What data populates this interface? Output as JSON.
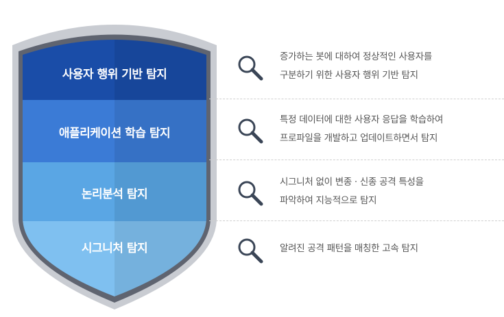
{
  "colors": {
    "frame_outer": "#c9ccd2",
    "frame_inner": "#5f6470",
    "layer_1": "#1a4da8",
    "layer_2": "#3b7bd6",
    "layer_3": "#5aa6e4",
    "layer_4": "#7fc0f0",
    "icon": "#3a4556"
  },
  "shield": {
    "layers": [
      {
        "label": "사용자 행위 기반 탐지"
      },
      {
        "label": "애플리케이션 학습 탐지"
      },
      {
        "label": "논리분석 탐지"
      },
      {
        "label": "시그니처 탐지"
      }
    ]
  },
  "descriptions": [
    {
      "icon": "magnifier-icon",
      "lines": [
        "증가하는 봇에 대하여 정상적인 사용자를",
        "구분하기 위한 사용자 행위 기반 탐지"
      ]
    },
    {
      "icon": "magnifier-icon",
      "lines": [
        "특정 데이터에 대한 사용자 응답을 학습하여",
        "프로파일을 개발하고 업데이트하면서 탐지"
      ]
    },
    {
      "icon": "magnifier-icon",
      "lines": [
        "시그니처 없이 변종 · 신종 공격 특성을",
        "파악하여 지능적으로 탐지"
      ]
    },
    {
      "icon": "magnifier-icon",
      "lines": [
        "알려진 공격 패턴을 매칭한 고속 탐지"
      ]
    }
  ]
}
